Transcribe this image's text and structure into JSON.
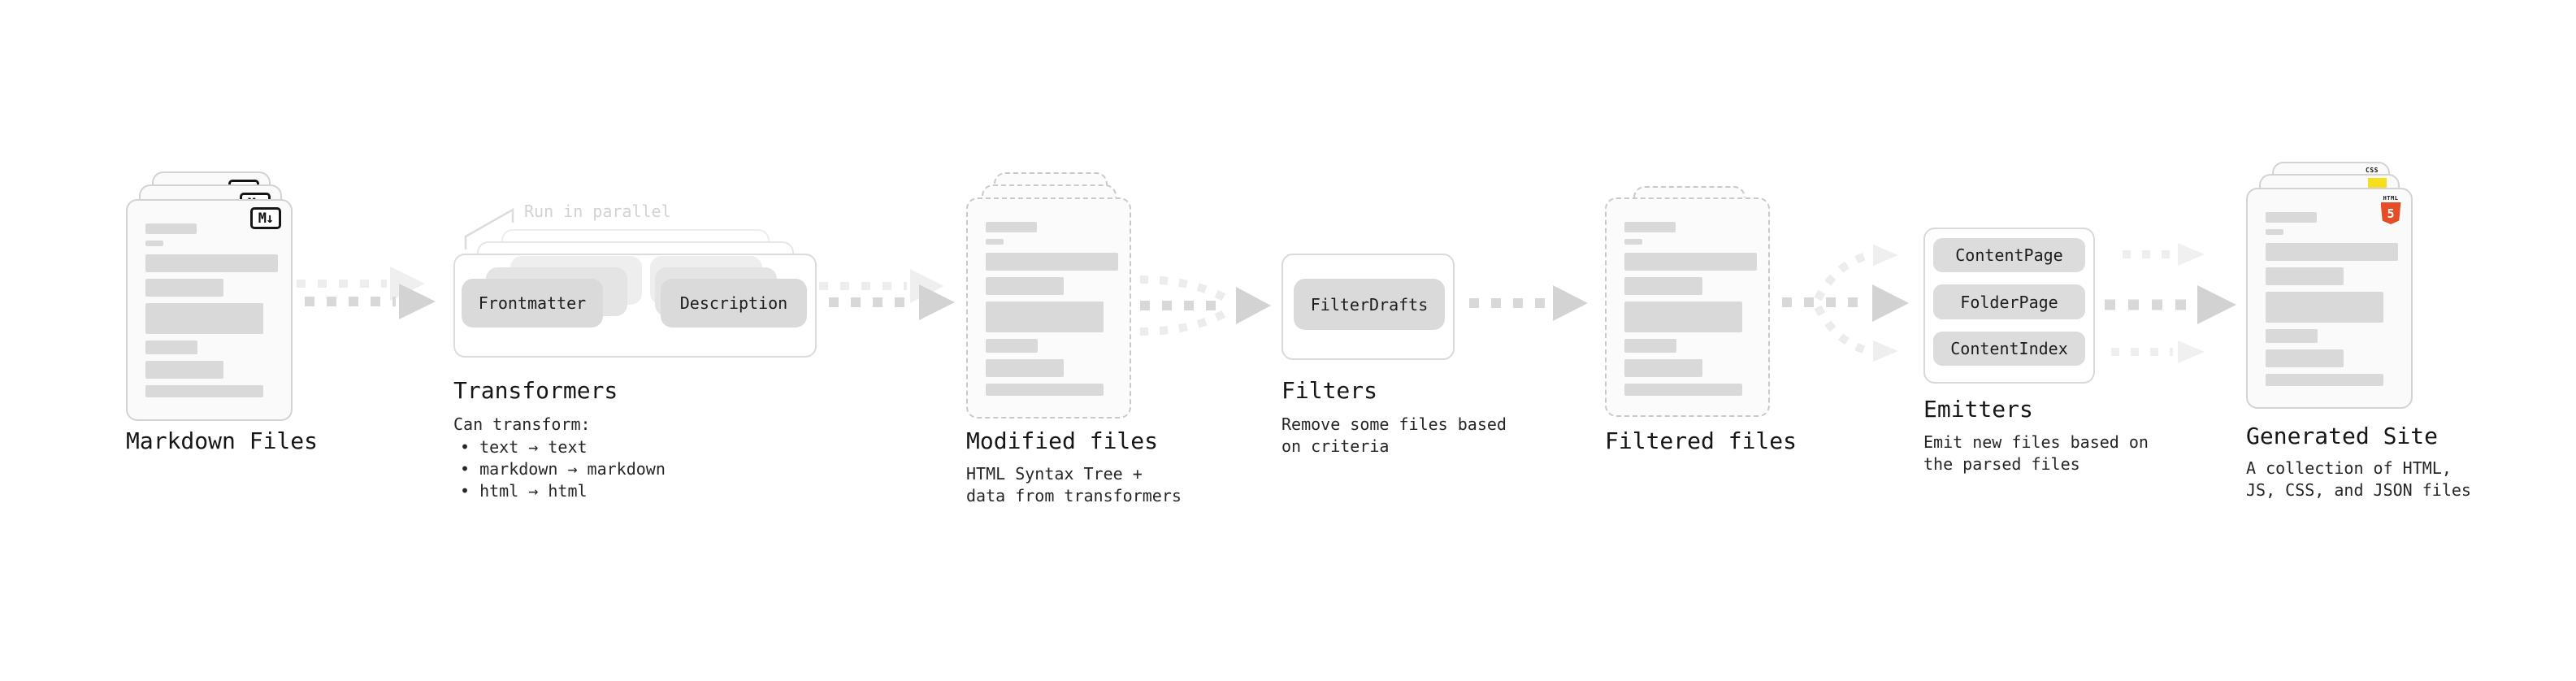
{
  "diagram": {
    "stages": {
      "markdown_files": {
        "label": "Markdown Files",
        "badge": "M↓"
      },
      "transformers": {
        "annotation": "Run in parallel",
        "pill_left": "Frontmatter",
        "pill_right": "Description",
        "title": "Transformers",
        "body_heading": "Can transform:",
        "bullets": [
          "• text → text",
          "• markdown → markdown",
          "• html → html"
        ]
      },
      "modified_files": {
        "title": "Modified files",
        "subtitle": [
          "HTML Syntax Tree +",
          "data from transformers"
        ]
      },
      "filters": {
        "title": "Filters",
        "pill": "FilterDrafts",
        "subtitle": [
          "Remove some files based",
          "on criteria"
        ]
      },
      "filtered_files": {
        "title": "Filtered files"
      },
      "emitters": {
        "title": "Emitters",
        "pills": [
          "ContentPage",
          "FolderPage",
          "ContentIndex"
        ],
        "subtitle": [
          "Emit new files based on",
          "the parsed files"
        ]
      },
      "generated_site": {
        "title": "Generated Site",
        "subtitle": [
          "A collection of HTML,",
          "JS, CSS, and JSON files"
        ],
        "badges": {
          "css_label": "CSS",
          "html_label": "HTML",
          "html_number": "5"
        }
      }
    },
    "colors": {
      "html5_orange": "#e34f26",
      "js_yellow": "#f7df1e",
      "css_blue": "#2965f1"
    }
  }
}
